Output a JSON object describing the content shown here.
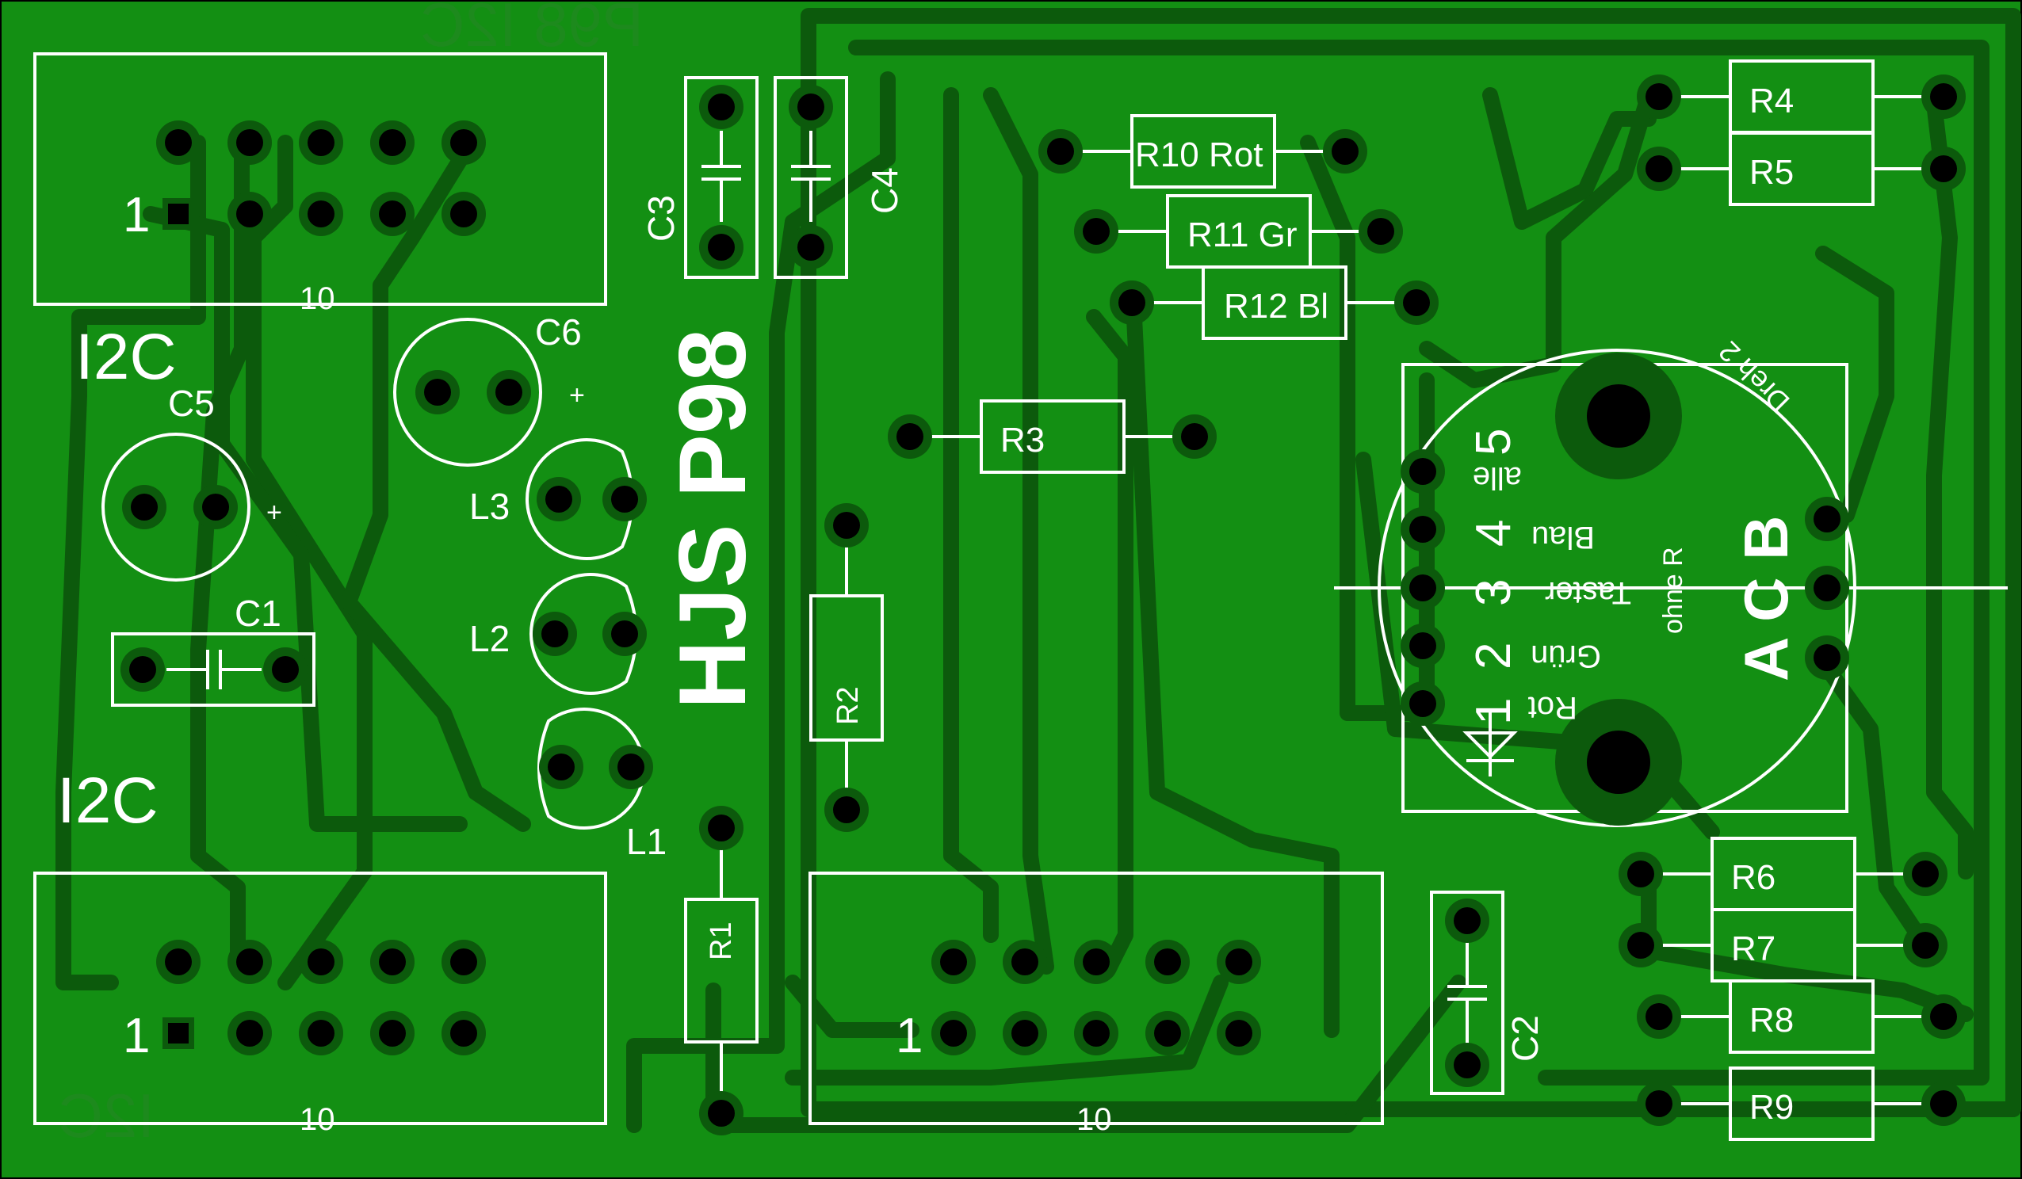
{
  "board": {
    "background": "#138f13",
    "copper": "#0c5a0c",
    "silk": "#ffffff",
    "bottom_text_color": "#1d8a1d"
  },
  "mirror_labels": {
    "top": "P98 I2C",
    "bottom": "I2C"
  },
  "connectors": {
    "top_left": {
      "pin1": "1",
      "pin10": "10",
      "label": "I2C"
    },
    "bottom_left": {
      "pin1": "1",
      "pin10": "10",
      "label": "I2C"
    },
    "bottom_mid": {
      "pin1": "1",
      "pin10": "10"
    }
  },
  "components": {
    "C1": "C1",
    "C2": "C2",
    "C3": "C3",
    "C4": "C4",
    "C5": "C5",
    "C6": "C6",
    "L1": "L1",
    "L2": "L2",
    "L3": "L3",
    "R1": "R1",
    "R2": "R2",
    "R3": "R3",
    "R4": "R4",
    "R5": "R5",
    "R6": "R6",
    "R7": "R7",
    "R8": "R8",
    "R9": "R9",
    "R10": "R10 Rot",
    "R11": "R11 Gr",
    "R12": "R12 Bl",
    "plus": "+"
  },
  "title": "HJS P98",
  "switch": {
    "pins": [
      "1",
      "2",
      "3",
      "4",
      "5"
    ],
    "pin_labels": [
      "Rot",
      "Grün",
      "Taster",
      "Blau",
      "alle"
    ],
    "side_label": "ohne R",
    "letters": "A C B",
    "corner_label": "Dreh 2"
  }
}
